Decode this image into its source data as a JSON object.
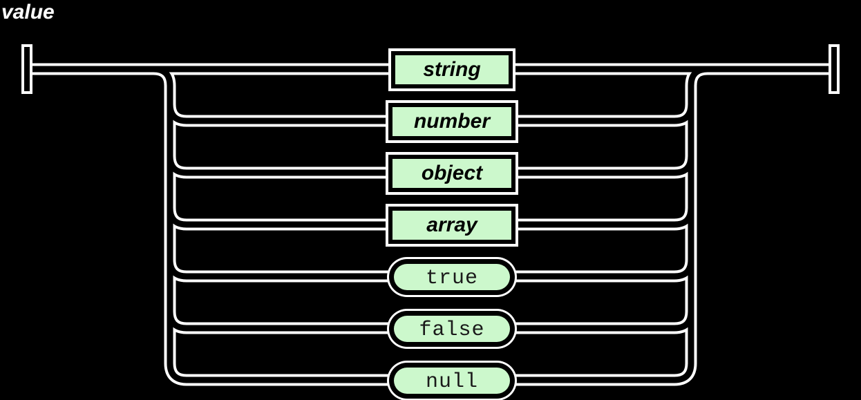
{
  "diagram": {
    "title": "value",
    "type": "railroad-syntax-diagram",
    "colors": {
      "background": "#000000",
      "track_fill": "#000000",
      "track_outline": "#ffffff",
      "node_fill": "#ccf8cc",
      "node_border": "#000000",
      "node_outline": "#ffffff",
      "text": "#000000",
      "title_text": "#ffffff"
    },
    "endpoints": {
      "start": "start-bar",
      "end": "end-bar"
    },
    "alternatives": [
      {
        "label": "string",
        "kind": "nonterminal",
        "shape": "rect",
        "row": 0
      },
      {
        "label": "number",
        "kind": "nonterminal",
        "shape": "rect",
        "row": 1
      },
      {
        "label": "object",
        "kind": "nonterminal",
        "shape": "rect",
        "row": 2
      },
      {
        "label": "array",
        "kind": "nonterminal",
        "shape": "rect",
        "row": 3
      },
      {
        "label": "true",
        "kind": "terminal",
        "shape": "stadium",
        "row": 4
      },
      {
        "label": "false",
        "kind": "terminal",
        "shape": "stadium",
        "row": 5
      },
      {
        "label": "null",
        "kind": "terminal",
        "shape": "stadium",
        "row": 6
      }
    ]
  }
}
